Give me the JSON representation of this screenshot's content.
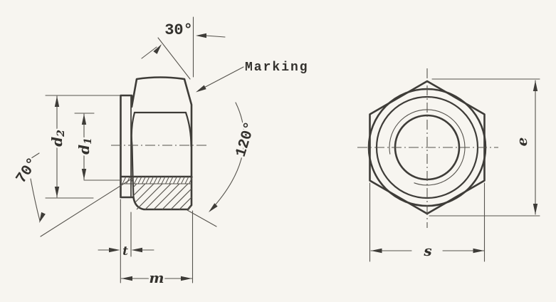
{
  "labels": {
    "marking": "Marking",
    "angle_top_chamfer": "30°",
    "angle_countersink": "120°",
    "angle_bearing_chamfer": "70°",
    "d2": {
      "base": "d",
      "sub": "2"
    },
    "d1": {
      "base": "d",
      "sub": "1"
    },
    "t": "t",
    "m": "m",
    "s": "s",
    "e": "e"
  },
  "colors": {
    "paper": "#f7f5f0",
    "ink": "#3e3c38",
    "thin_line": "#56534d"
  }
}
